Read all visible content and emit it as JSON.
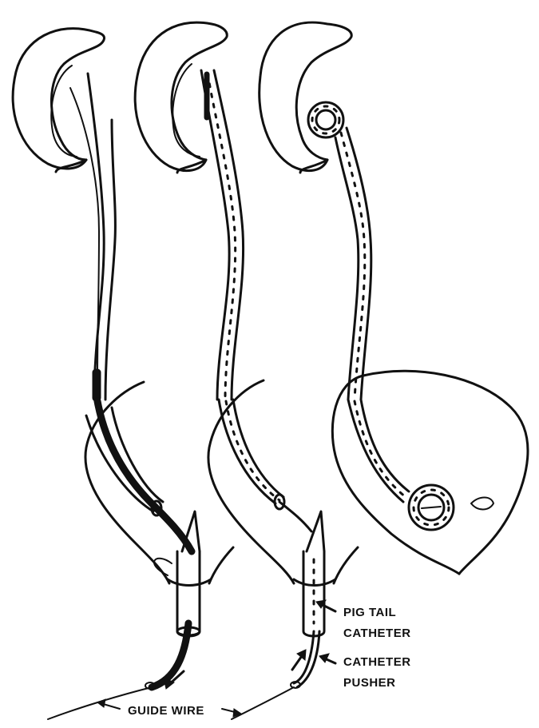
{
  "labels": {
    "pig_tail_line1": "PIG TAIL",
    "pig_tail_line2": "CATHETER",
    "catheter_pusher_line1": "CATHETER",
    "catheter_pusher_line2": "PUSHER",
    "guide_wire": "GUIDE WIRE"
  },
  "colors": {
    "ink": "#111111",
    "background": "#ffffff"
  }
}
